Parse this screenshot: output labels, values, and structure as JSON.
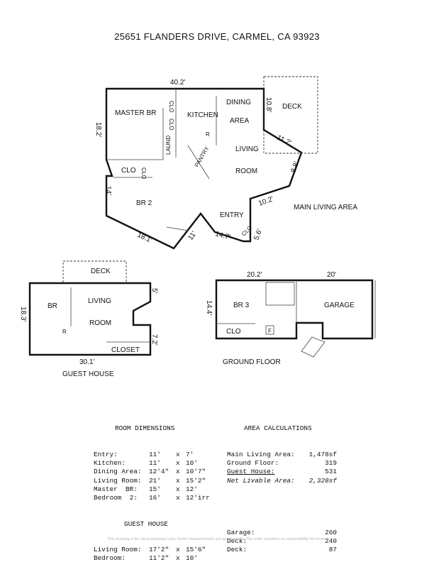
{
  "address": "25651 FLANDERS DRIVE, CARMEL, CA  93923",
  "main_living_area": {
    "caption": "MAIN LIVING AREA",
    "rooms": {
      "master_br": "MASTER BR",
      "kitchen": "KITCHEN",
      "dining": "DINING",
      "dining_area": "AREA",
      "deck": "DECK",
      "living": "LIVING",
      "living_room": "ROOM",
      "br2": "BR 2",
      "entry": "ENTRY",
      "pantry": "PANTRY",
      "clo": "CLO",
      "laund": "LAUND",
      "r": "R"
    },
    "dims": {
      "top": "40.2'",
      "left": "18.2'",
      "deck_side": "10.8'",
      "diag": "11.2'",
      "right": "8.8'",
      "right2": "10.2'",
      "br2_left": "14'",
      "bottom": "18.1'",
      "entry_left": "11'",
      "entry_bottom": "14.7'",
      "entry_right": "5.6'"
    }
  },
  "guest_house": {
    "caption": "GUEST HOUSE",
    "rooms": {
      "deck": "DECK",
      "br": "BR",
      "living": "LIVING",
      "room": "ROOM",
      "r": "R",
      "closet": "CLOSET"
    },
    "dims": {
      "left": "18.3'",
      "bottom": "30.1'",
      "notch_top": "5'",
      "notch_bottom": "7.2'"
    }
  },
  "ground_floor": {
    "caption": "GROUND FLOOR",
    "rooms": {
      "br3": "BR 3",
      "garage": "GARAGE",
      "clo": "CLO",
      "f": "F"
    },
    "dims": {
      "top_left": "20.2'",
      "top_right": "20'",
      "left": "14.4'"
    }
  },
  "room_dimensions": {
    "header": "ROOM DIMENSIONS",
    "rows": [
      {
        "name": "Entry:",
        "a": "11'",
        "x": "x",
        "b": "7'"
      },
      {
        "name": "Kitchen:",
        "a": "11'",
        "x": "x",
        "b": "10'"
      },
      {
        "name": "Dining Area:",
        "a": "12'4\"",
        "x": "x",
        "b": "10'7\""
      },
      {
        "name": "Living Room:",
        "a": "21'",
        "x": "x",
        "b": "15'2\""
      },
      {
        "name": "Master  BR:",
        "a": "15'",
        "x": "x",
        "b": "12'"
      },
      {
        "name": "Bedroom  2:",
        "a": "16'",
        "x": "x",
        "b": "12'irr"
      }
    ],
    "guest_header": "GUEST HOUSE",
    "guest_rows": [
      {
        "name": "Living Room:",
        "a": "17'2\"",
        "x": "x",
        "b": "15'6\""
      },
      {
        "name": "Bedroom:",
        "a": "11'2\"",
        "x": "x",
        "b": "10'"
      }
    ]
  },
  "area_calculations": {
    "header": "AREA CALCULATIONS",
    "rows": [
      {
        "name": "Main Living Area:",
        "value": "1,478sf"
      },
      {
        "name": "Ground Floor:",
        "value": "319"
      },
      {
        "name": "Guest House:",
        "value": "531"
      },
      {
        "name": "Net Livable Area:",
        "value": "2,328sf"
      }
    ],
    "extra_rows": [
      {
        "name": "Garage:",
        "value": "260"
      },
      {
        "name": "Deck:",
        "value": "240"
      },
      {
        "name": "Deck:",
        "value": "87"
      }
    ]
  },
  "disclaimer": "This drawing is for visual purposes only. Some measurements are approximate. The seller assumes no responsibility for errors."
}
